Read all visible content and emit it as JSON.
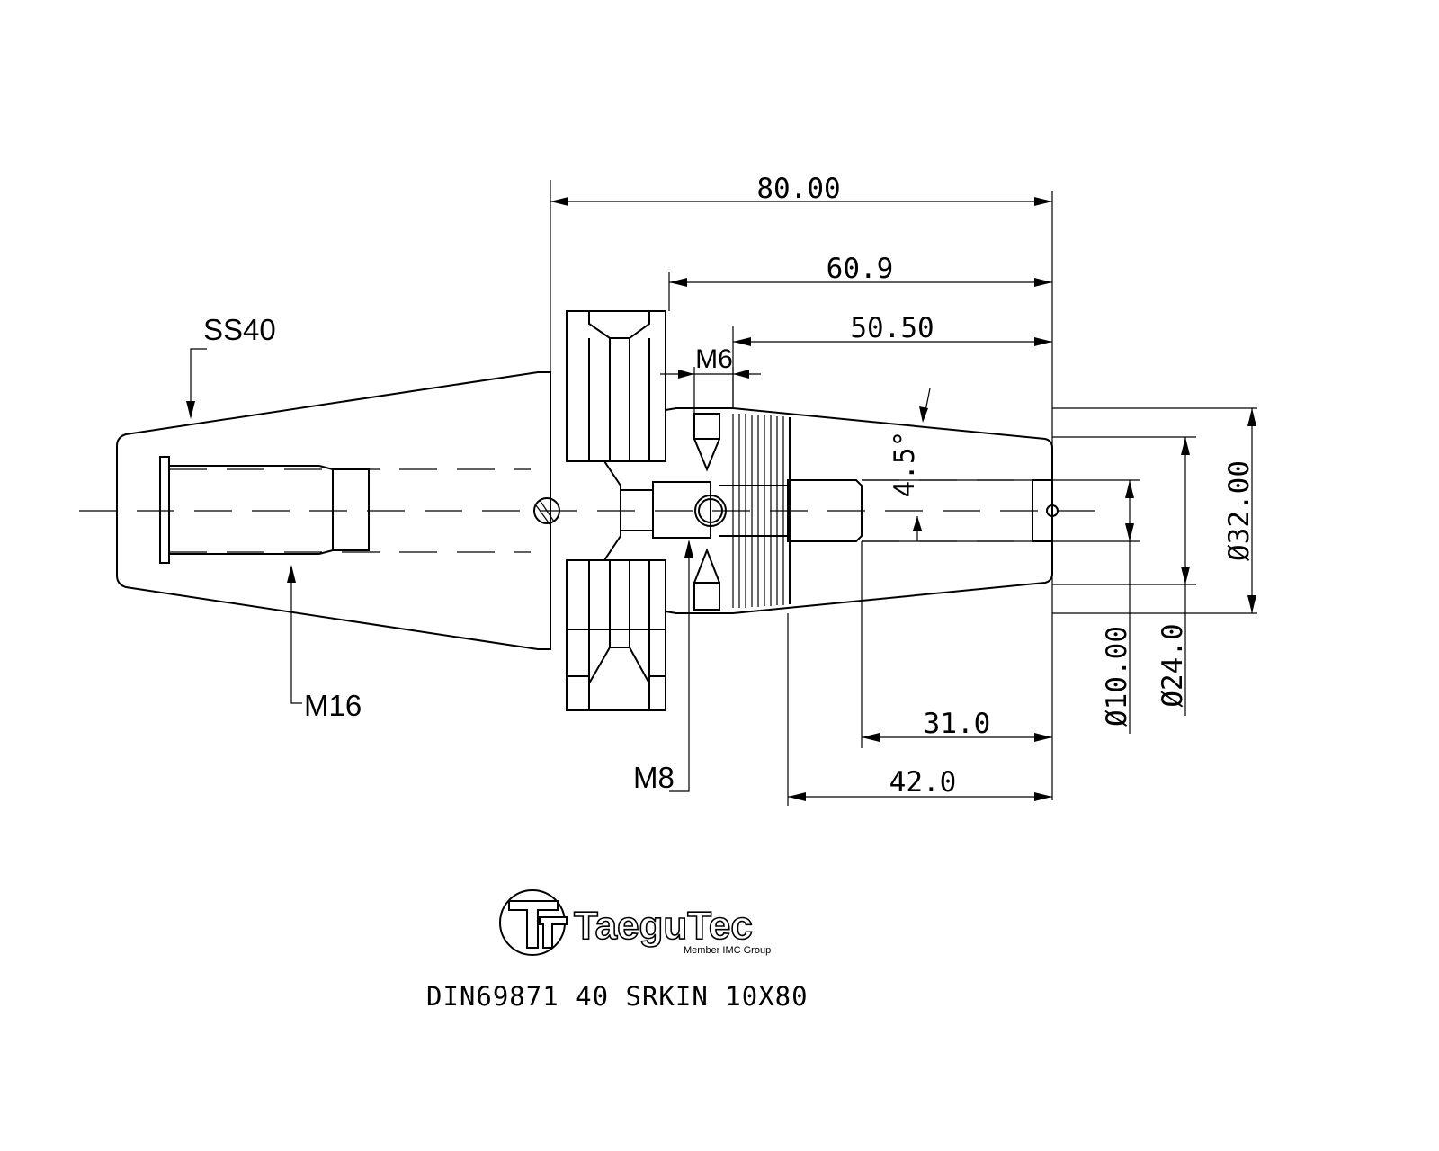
{
  "dimensions": {
    "overall_length": "80.00",
    "length_60_9": "60.9",
    "length_50_50": "50.50",
    "length_31_0": "31.0",
    "length_42_0": "42.0",
    "dia_32": "Ø32.00",
    "dia_24": "Ø24.0",
    "dia_10": "Ø10.00",
    "angle": "4.5°"
  },
  "labels": {
    "taper": "SS40",
    "thread_m16": "M16",
    "thread_m6": "M6",
    "thread_m8": "M8"
  },
  "logo": {
    "brand": "TaeguTec",
    "tagline": "Member IMC Group"
  },
  "part_number": "DIN69871 40 SRKIN 10X80"
}
